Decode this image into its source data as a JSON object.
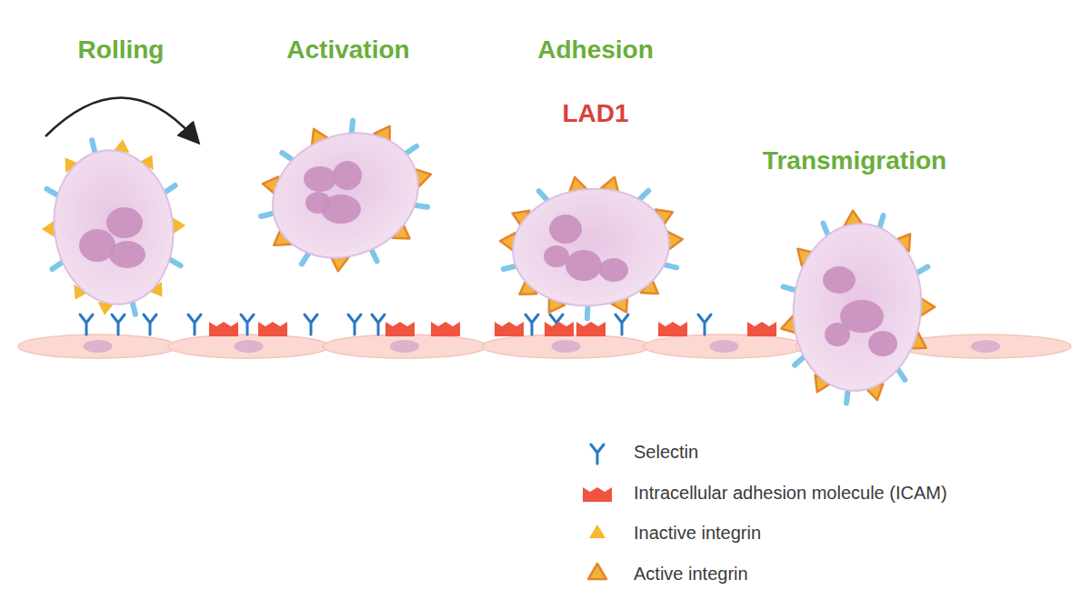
{
  "diagram": {
    "labels": [
      "Rolling",
      "Activation",
      "Adhesion",
      "LAD1",
      "Transmigration"
    ],
    "legend": [
      {
        "text": "Selectin"
      },
      {
        "text": "Intracellular adhesion molecule (ICAM)"
      },
      {
        "text": "Inactive integrin"
      },
      {
        "text": "Active integrin"
      }
    ]
  }
}
